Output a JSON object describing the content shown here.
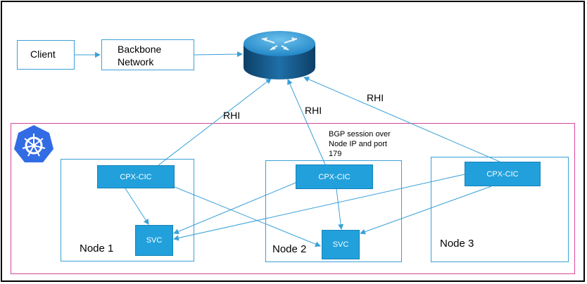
{
  "client": {
    "label": "Client"
  },
  "backbone": {
    "line1": "Backbone",
    "line2": "Network"
  },
  "rhi_labels": [
    "RHI",
    "RHI",
    "RHI"
  ],
  "bgp_note": {
    "line1": "BGP session over",
    "line2": "Node IP and port",
    "line3": "179"
  },
  "nodes": [
    {
      "name": "Node 1",
      "cpx": "CPX-CIC",
      "svc": "SVC"
    },
    {
      "name": "Node 2",
      "cpx": "CPX-CIC",
      "svc": "SVC"
    },
    {
      "name": "Node 3",
      "cpx": "CPX-CIC"
    }
  ],
  "colors": {
    "line": "#3aa0d8",
    "cluster_border": "#d9459a",
    "box_fill": "#21a0dc",
    "logo": "#326ce5"
  },
  "icons": {
    "router": "router-icon",
    "kubernetes": "kubernetes-logo-icon"
  }
}
